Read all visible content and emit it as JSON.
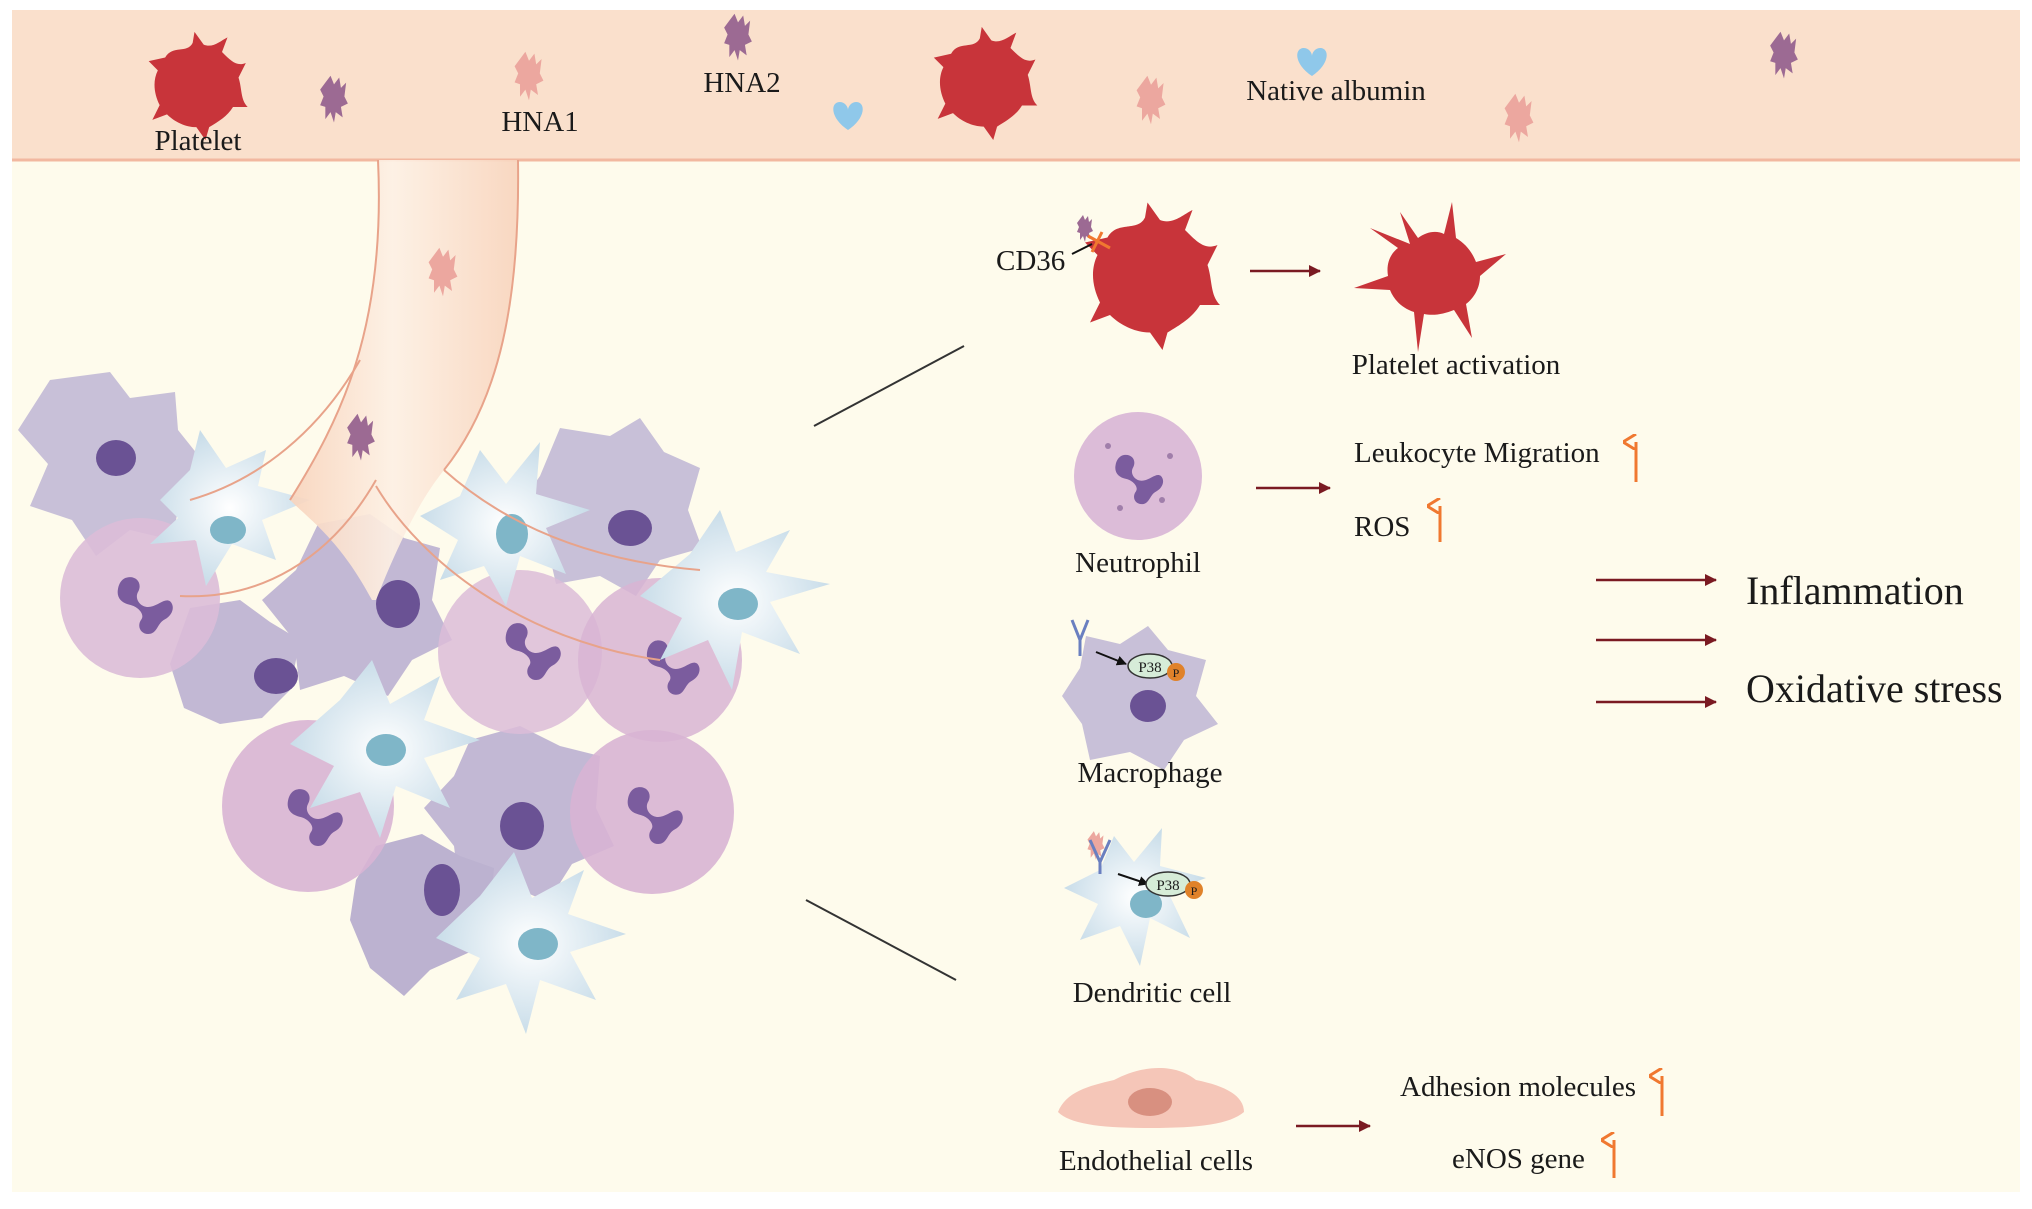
{
  "blood_vessel": {
    "platelet_label": "Platelet",
    "hna1_label": "HNA1",
    "hna2_label": "HNA2",
    "native_albumin_label": "Native albumin"
  },
  "platelet_panel": {
    "receptor_label": "CD36",
    "outcome_label": "Platelet activation"
  },
  "neutrophil_panel": {
    "cell_label": "Neutrophil",
    "outcomes": [
      {
        "label": "Leukocyte Migration",
        "direction": "up"
      },
      {
        "label": "ROS",
        "direction": "up"
      }
    ]
  },
  "macrophage_panel": {
    "cell_label": "Macrophage",
    "kinase_label": "P38",
    "phospho_label": "P"
  },
  "dendritic_panel": {
    "cell_label": "Dendritic cell",
    "kinase_label": "P38",
    "phospho_label": "P"
  },
  "endothelial_panel": {
    "cell_label": "Endothelial cells",
    "outcomes": [
      {
        "label": "Adhesion molecules",
        "direction": "up"
      },
      {
        "label": "eNOS gene",
        "direction": "up"
      }
    ]
  },
  "outcomes": {
    "inflammation": "Inflammation",
    "oxidative_stress": "Oxidative stress"
  },
  "colors": {
    "vessel": "#fae0cc",
    "tissue": "#fefbec",
    "platelet": "#c8343a",
    "hna1": "#eca79f",
    "hna2": "#9c6a93",
    "albumin": "#8fc8ea",
    "macrophage": "#c8c0d8",
    "neutrophil": "#dcbcd8",
    "dendritic": "#dcebf3",
    "nucleus": "#6a5294",
    "arrow": "#7a1a22",
    "up_arrow": "#f07830",
    "endothelial": "#f5c6b8"
  }
}
